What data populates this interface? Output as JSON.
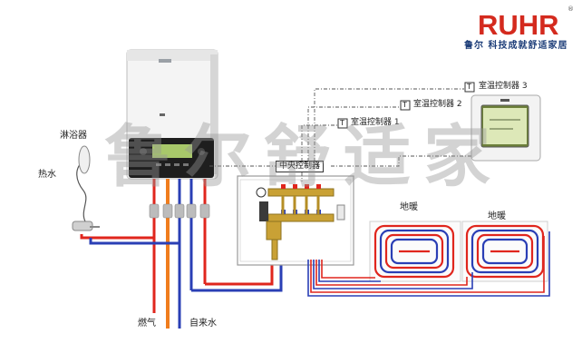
{
  "brand": {
    "logo": "RUHR",
    "registered_mark": "®",
    "slogan": "鲁尔 科技成就舒适家居"
  },
  "watermark": "鲁尔舒适家",
  "labels": {
    "shower": "淋浴器",
    "hot_water": "热水",
    "gas": "燃气",
    "tap_water": "自来水",
    "central_controller": "中央控制器",
    "floor_heating_1": "地暖",
    "floor_heating_2": "地暖",
    "thermostat_1": "室温控制器 1",
    "thermostat_2": "室温控制器 2",
    "thermostat_3": "室温控制器 3",
    "thermostat_symbol": "T"
  },
  "colors": {
    "hot_pipe": "#e0261d",
    "cold_pipe": "#2a3fb5",
    "gas_pipe": "#f07d1d",
    "brand_red": "#d42a1e",
    "brand_blue": "#1f3f7a"
  }
}
